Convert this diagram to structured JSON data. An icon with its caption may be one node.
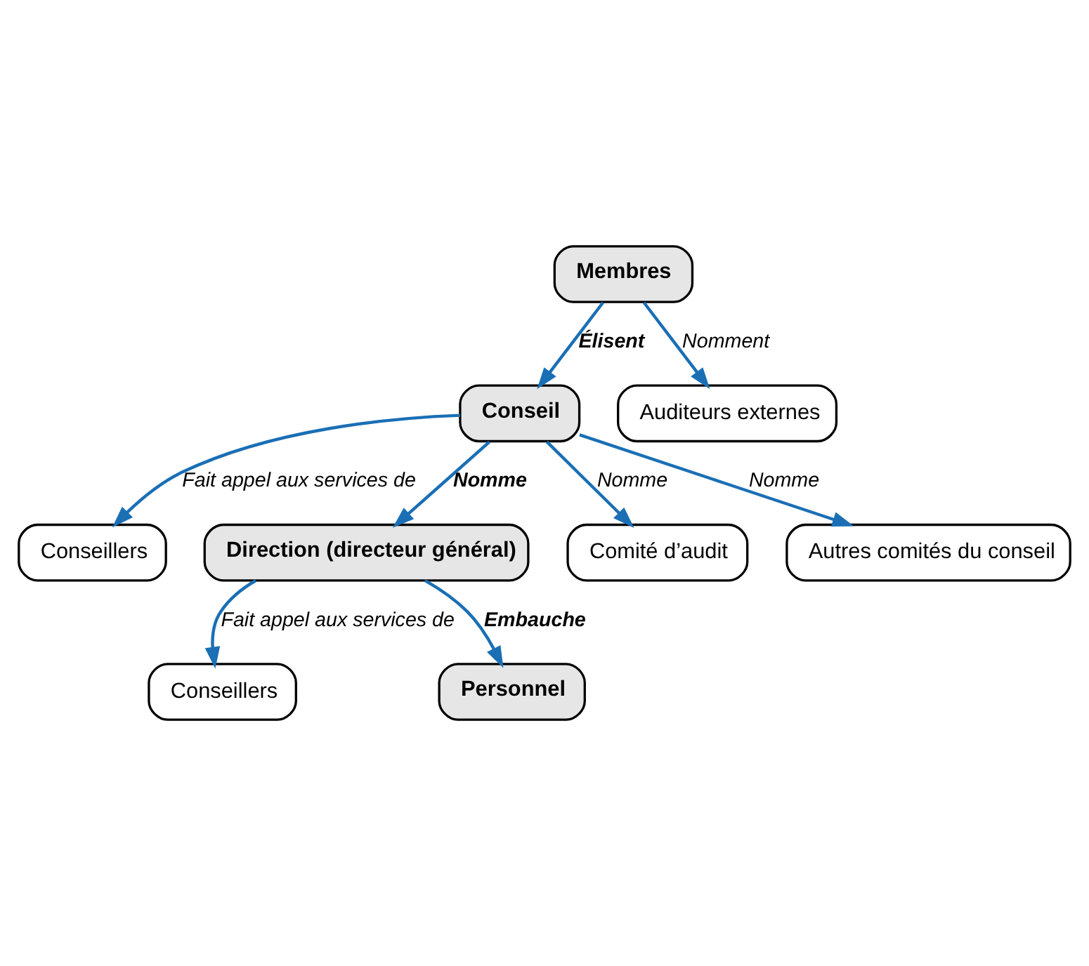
{
  "diagram": {
    "nodes": [
      {
        "text": [
          "Membres"
        ]
      },
      {
        "text": [
          "Conseil"
        ]
      },
      {
        "text": [
          "Auditeurs externes"
        ]
      },
      {
        "text": [
          "Conseillers"
        ]
      },
      {
        "text": [
          "Direction (directeur général)"
        ]
      },
      {
        "text": [
          "Comité d’audit"
        ]
      },
      {
        "text": [
          "Autres comités du conseil"
        ]
      },
      {
        "text": [
          "Conseillers"
        ]
      },
      {
        "text": [
          "Personnel"
        ]
      }
    ],
    "edges": [
      {
        "from": 0,
        "to": 1,
        "arrow": "to",
        "label": "Élisent"
      },
      {
        "from": 0,
        "to": 2,
        "arrow": "to",
        "label": "Nomment"
      },
      {
        "from": 1,
        "to": 3,
        "arrow": "to",
        "label": "Fait appel aux services de"
      },
      {
        "from": 1,
        "to": 4,
        "arrow": "to",
        "label": "Nomme"
      },
      {
        "from": 1,
        "to": 5,
        "arrow": "to",
        "label": "Nomme"
      },
      {
        "from": 1,
        "to": 6,
        "arrow": "to",
        "label": "Nomme"
      },
      {
        "from": 4,
        "to": 7,
        "arrow": "to",
        "label": "Fait appel aux services de"
      },
      {
        "from": 4,
        "to": 8,
        "arrow": "to",
        "label": "Embauche"
      }
    ]
  }
}
